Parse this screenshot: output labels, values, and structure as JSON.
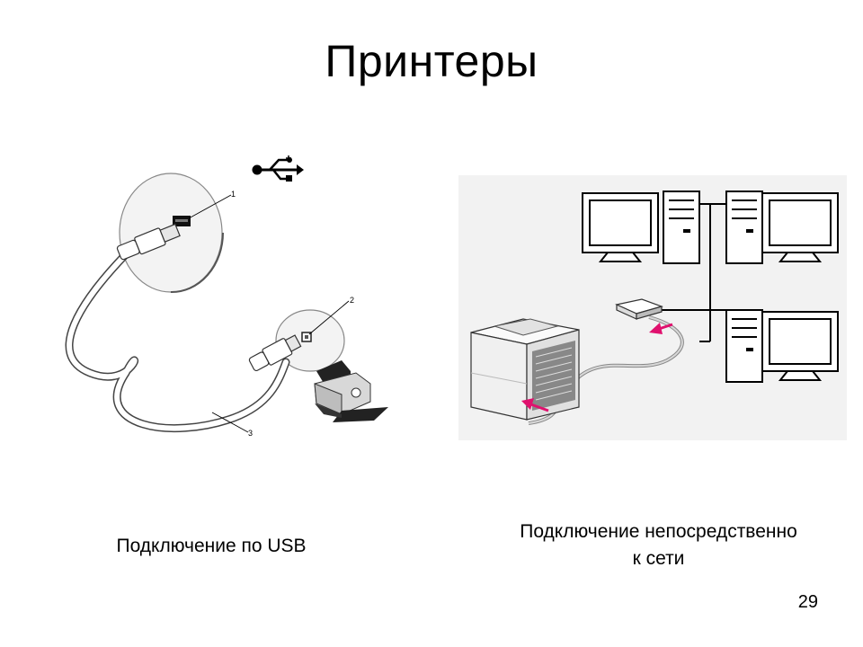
{
  "slide": {
    "title": "Принтеры",
    "page_number": "29"
  },
  "usb_figure": {
    "caption": "Подключение по USB",
    "callouts": [
      "1",
      "2",
      "3"
    ],
    "icon": "usb-icon"
  },
  "network_figure": {
    "caption_line1": "Подключение непосредственно",
    "caption_line2": "к сети"
  }
}
